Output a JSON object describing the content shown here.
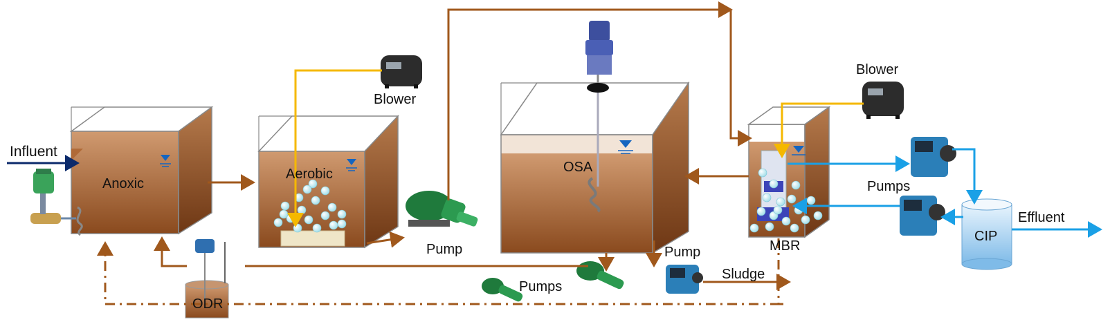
{
  "labels": {
    "influent": "Influent",
    "anoxic": "Anoxic",
    "aerobic": "Aerobic",
    "blower_1": "Blower",
    "pump_1": "Pump",
    "osa": "OSA",
    "pump_2": "Pump",
    "blower_2": "Blower",
    "mbr": "MBR",
    "pumps_1": "Pumps",
    "cip": "CIP",
    "effluent": "Effluent",
    "sludge": "Sludge",
    "pumps_2": "Pumps",
    "odr": "ODR"
  },
  "colors": {
    "flow_brown": "#a0581c",
    "air_yellow": "#f5b800",
    "permeate_blue": "#1aa0e6",
    "influent_navy": "#0b2a6b",
    "tank_top": "#c98a5c",
    "tank_bottom": "#8a4a20",
    "water_mark": "#1565c0"
  }
}
